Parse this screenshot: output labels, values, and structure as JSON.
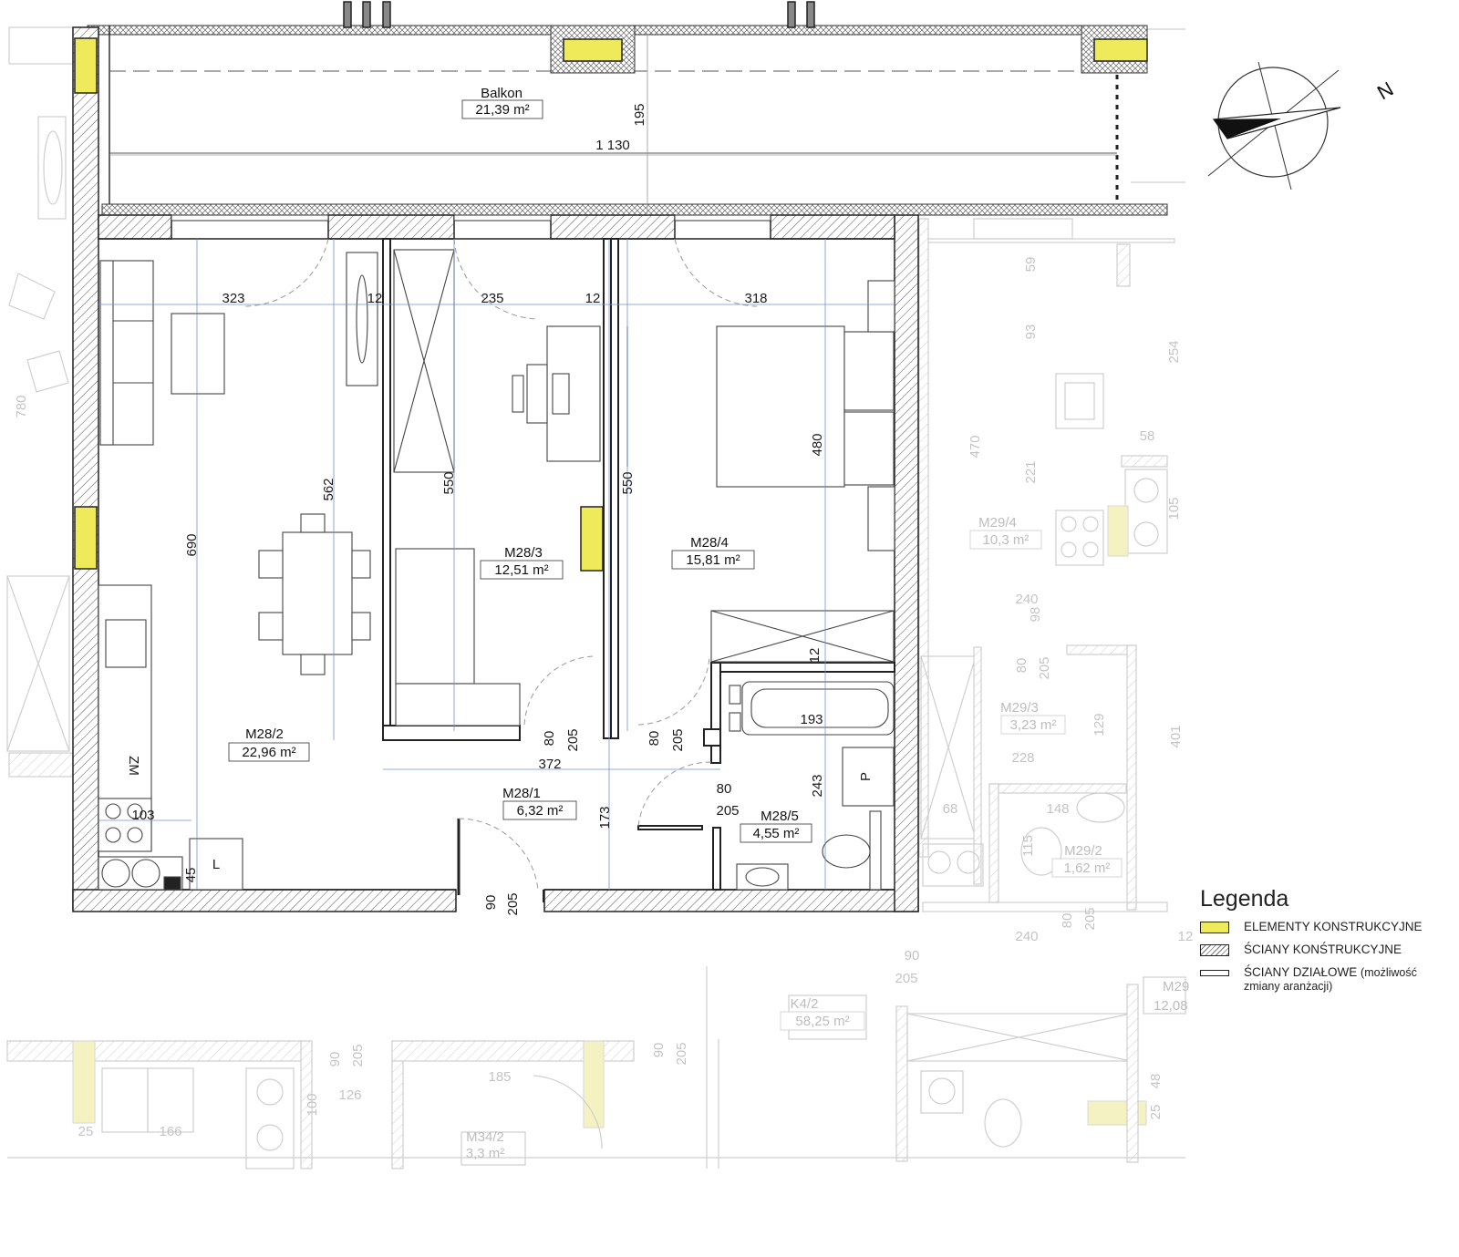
{
  "north_label": "N",
  "rooms": {
    "balkon": {
      "name": "Balkon",
      "area": "21,39 m²"
    },
    "m28_1": {
      "name": "M28/1",
      "area": "6,32 m²"
    },
    "m28_2": {
      "name": "M28/2",
      "area": "22,96 m²"
    },
    "m28_3": {
      "name": "M28/3",
      "area": "12,51 m²"
    },
    "m28_4": {
      "name": "M28/4",
      "area": "15,81 m²"
    },
    "m28_5": {
      "name": "M28/5",
      "area": "4,55 m²"
    },
    "m29_4": {
      "name": "M29/4",
      "area": "10,3 m²"
    },
    "m29_3": {
      "name": "M29/3",
      "area": "3,23 m²"
    },
    "m29_2": {
      "name": "M29/2",
      "area": "1,62 m²"
    },
    "k4_2": {
      "name": "K4/2",
      "area": "58,25 m²"
    },
    "m34_2": {
      "name": "M34/2",
      "area": "3,3 m²"
    },
    "m29_x": {
      "name": "M29",
      "area": "12,08"
    }
  },
  "fixtures": {
    "zm": "ZM",
    "l": "L",
    "p": "P"
  },
  "dims": {
    "d1130": "1 130",
    "d195": "195",
    "d323": "323",
    "d12a": "12",
    "d235": "235",
    "d12b": "12",
    "d318": "318",
    "d562": "562",
    "d690": "690",
    "d550a": "550",
    "d550b": "550",
    "d480": "480",
    "d12c": "12",
    "d193": "193",
    "d80a": "80",
    "d205a": "205",
    "d80b": "80",
    "d205b": "205",
    "d372": "372",
    "d80c": "80",
    "d205c": "205",
    "d243": "243",
    "d173": "173",
    "d103": "103",
    "d45": "45",
    "d90": "90",
    "d205d": "205",
    "d780": "780"
  },
  "dims_gray": {
    "g59": "59",
    "g93": "93",
    "g254": "254",
    "g470": "470",
    "g221": "221",
    "g58": "58",
    "g105": "105",
    "g240a": "240",
    "g98": "98",
    "g80a": "80",
    "g205a": "205",
    "g129": "129",
    "g401": "401",
    "g228": "228",
    "g68": "68",
    "g148": "148",
    "g115": "115",
    "g80b": "80",
    "g205b": "205",
    "g240b": "240",
    "g12": "12",
    "g90a": "90",
    "g205c": "205",
    "g90b": "90",
    "g205d": "205",
    "g90c": "90",
    "g205e": "205",
    "g126": "126",
    "g100": "100",
    "g185": "185",
    "g25a": "25",
    "g166": "166",
    "g48": "48",
    "g25b": "25"
  },
  "legend": {
    "title": "Legenda",
    "items": [
      {
        "label": "ELEMENTY KONSTRUKCYJNE",
        "sub": ""
      },
      {
        "label": "ŚCIANY KONŚTRUKCYJNE",
        "sub": ""
      },
      {
        "label": "ŚCIANY DZIAŁOWE",
        "sub": "(możliwość zmiany aranżacji)"
      }
    ]
  },
  "colors": {
    "structural_element": "#eeea5a",
    "wall": "#222222",
    "ghost": "#c8c8c8",
    "dim_line": "#2f6fd6"
  }
}
